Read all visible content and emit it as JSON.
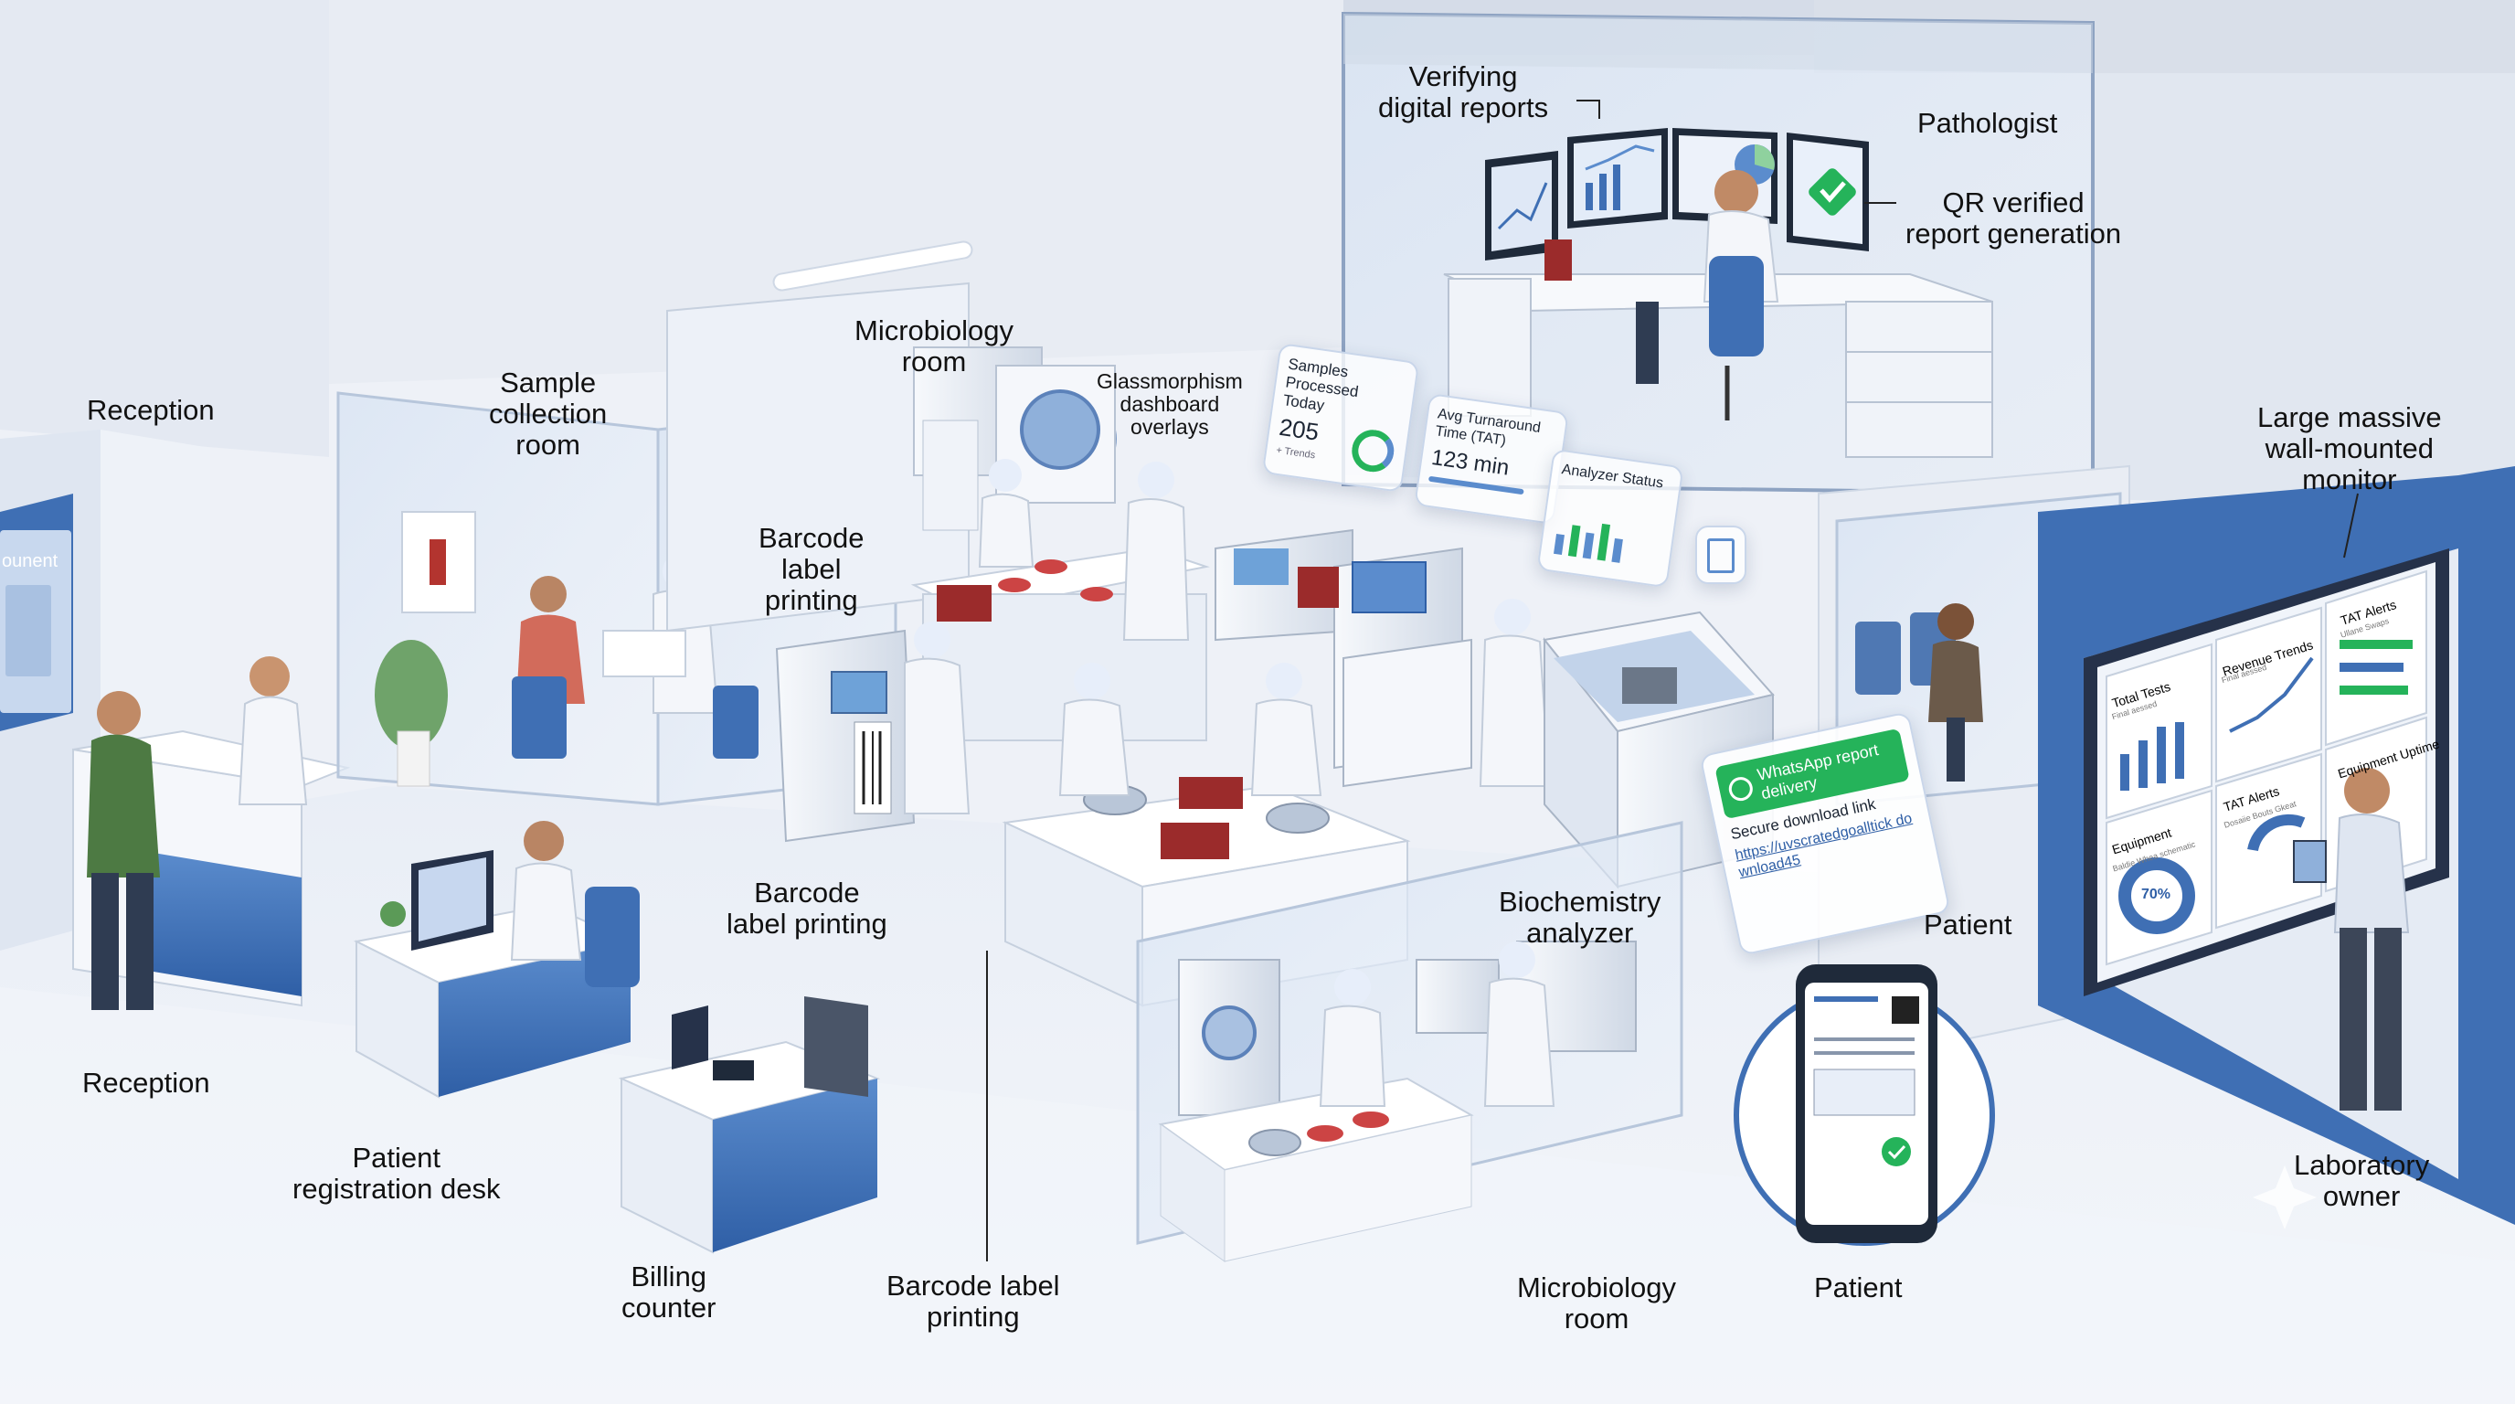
{
  "labels": {
    "reception_top": "Reception",
    "reception_bottom": "Reception",
    "sample_collection": [
      "Sample",
      "collection",
      "room"
    ],
    "microbiology_top": [
      "Microbiology",
      "room"
    ],
    "microbiology_bottom": [
      "Microbiology",
      "room"
    ],
    "glassmorphism": [
      "Glassmorphism",
      "dashboard",
      "overlays"
    ],
    "barcode_1": [
      "Barcode",
      "label",
      "printing"
    ],
    "barcode_2": [
      "Barcode",
      "label printing"
    ],
    "barcode_3": [
      "Barcode label",
      "printing"
    ],
    "patient_registration": [
      "Patient",
      "registration desk"
    ],
    "billing": [
      "Billing",
      "counter"
    ],
    "verifying": [
      "Verifying",
      "digital reports"
    ],
    "pathologist": "Pathologist",
    "qr_verified": [
      "QR verified",
      "report generation"
    ],
    "large_monitor": [
      "Large massive",
      "wall-mounted",
      "monitor"
    ],
    "biochemistry": [
      "Biochemistry",
      "analyzer"
    ],
    "patient_waiting": "Patient",
    "patient_phone": "Patient",
    "lab_owner": [
      "Laboratory",
      "owner"
    ]
  },
  "overlays": {
    "samples": {
      "title": "Samples Processed Today",
      "value": "205",
      "sub": "+ Trends"
    },
    "tat": {
      "title": "Avg Turnaround Time (TAT)",
      "value": "123 min"
    },
    "analyzer": {
      "title": "Analyzer Status"
    }
  },
  "whatsapp": {
    "title": "WhatsApp report delivery",
    "link_label": "Secure download link",
    "link_url": "https://uvscratedgoalltick download45"
  },
  "reception_sign": "ounent",
  "wall_monitor": {
    "panels": [
      {
        "title": "Total Tests",
        "sub": "Final aessed"
      },
      {
        "title": "Revenue Trends",
        "sub": "Final aessed"
      },
      {
        "title": "TAT Alerts",
        "sub": "Ullane Swaps"
      },
      {
        "title": "Equipment",
        "sub": "Baldie Whea schematic"
      },
      {
        "title": "TAT Alerts",
        "sub": "Dosaiie Bouts Gkeat"
      },
      {
        "title": "Equipment Uptime",
        "sub": ""
      }
    ],
    "donut_value": "70%"
  },
  "colors": {
    "wall": "#e8ecf4",
    "floor": "#eef2f8",
    "blue_accent": "#3f6fb4",
    "glass": "#cfdcef",
    "coat": "#f4f6fa",
    "green": "#25b35a"
  }
}
